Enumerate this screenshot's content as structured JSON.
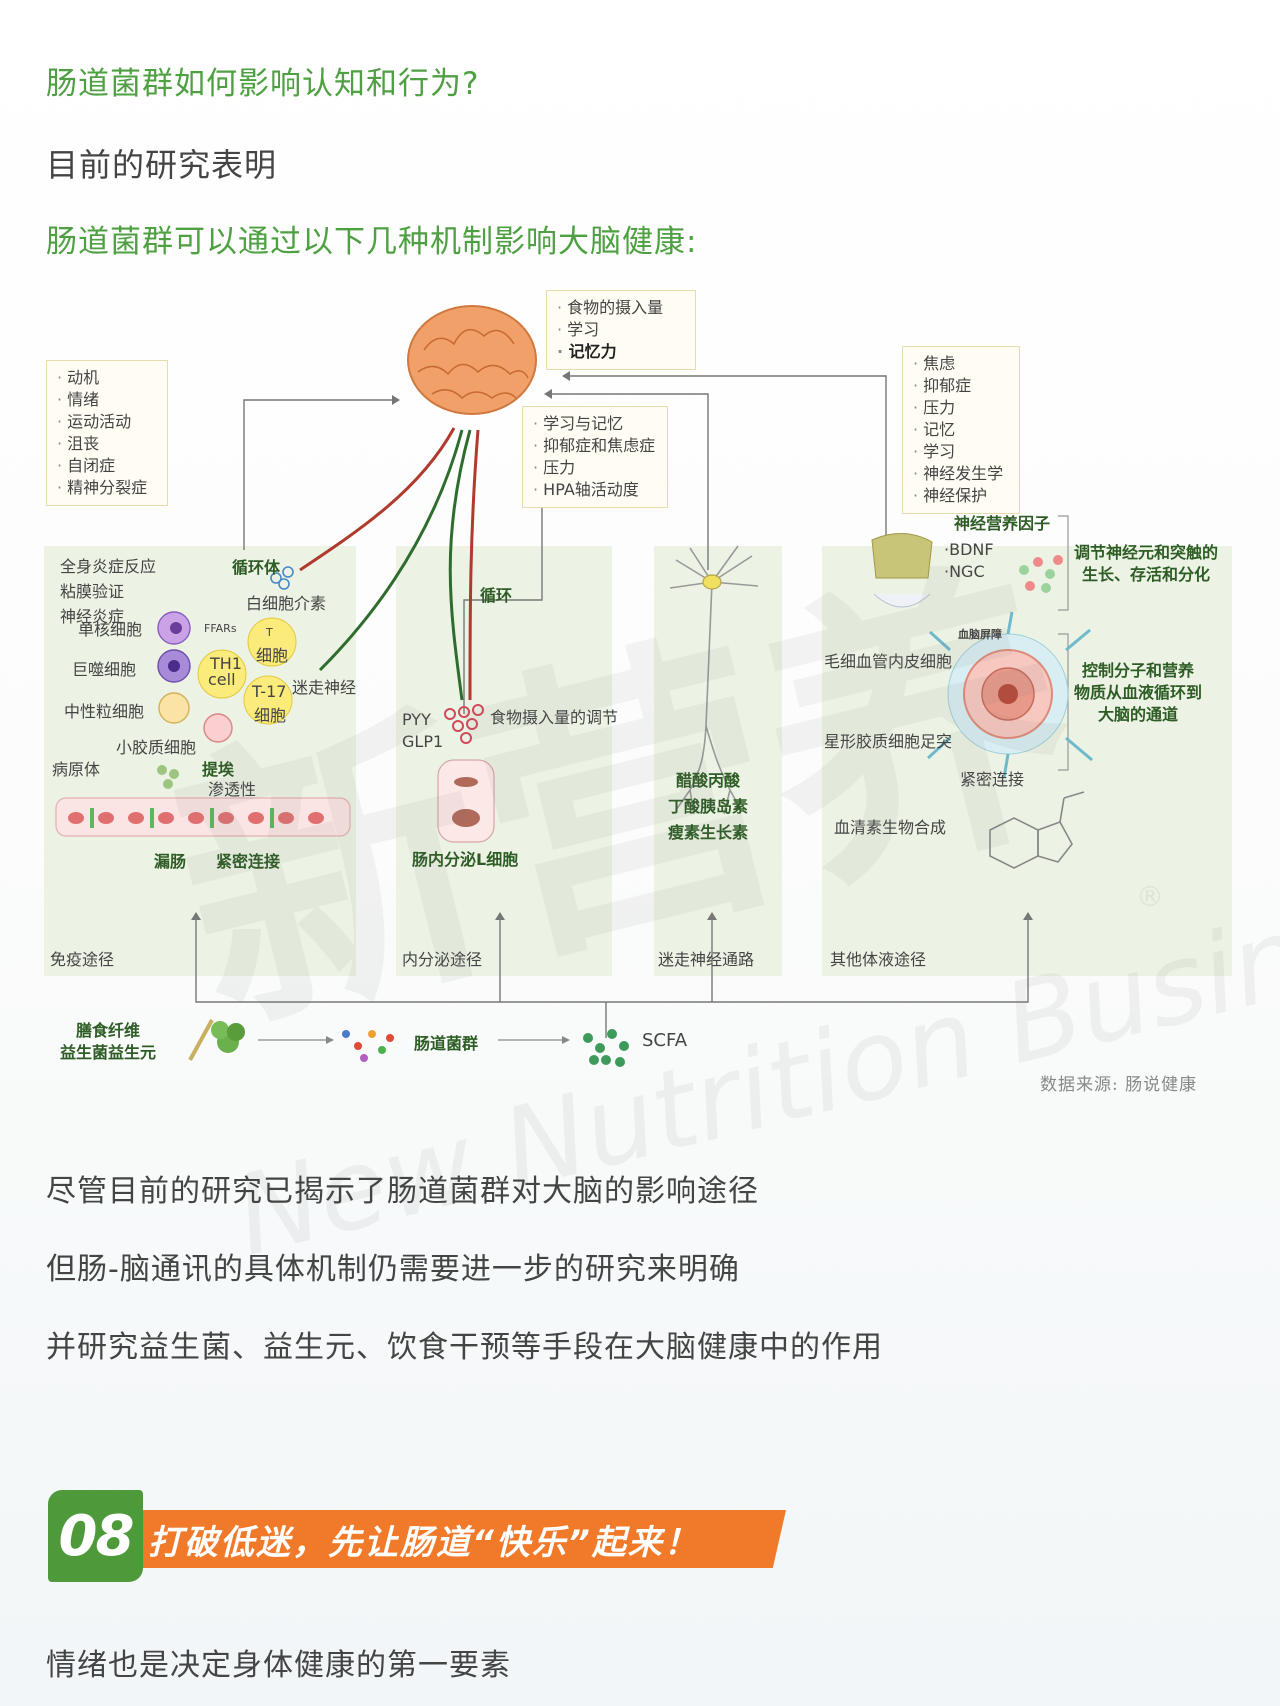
{
  "intro": {
    "q_title": "肠道菌群如何影响认知和行为?",
    "line1": "目前的研究表明",
    "line2": "肠道菌群可以通过以下几种机制影响大脑健康:"
  },
  "diagram": {
    "brain_box": [
      "食物的摄入量",
      "学习",
      "记忆力"
    ],
    "left_box": [
      "动机",
      "情绪",
      "运动活动",
      "沮丧",
      "自闭症",
      "精神分裂症"
    ],
    "mid_box": [
      "学习与记忆",
      "抑郁症和焦虑症",
      "压力",
      "HPA轴活动度"
    ],
    "right_box": [
      "焦虑",
      "抑郁症",
      "压力",
      "记忆",
      "学习",
      "神经发生学",
      "神经保护"
    ],
    "immune": {
      "effects": [
        "全身炎症反应",
        "粘膜验证",
        "神经炎症"
      ],
      "circulation": "循环体",
      "cytokine": "白细胞介素",
      "monocyte": "单核细胞",
      "ffars": "FFARs",
      "macrophage": "巨噬细胞",
      "neutrophil": "中性粒细胞",
      "microglia": "小胶质细胞",
      "t_cell": "细胞",
      "t_cell_sup": "T",
      "th1": "TH1",
      "th1_cell": "cell",
      "t17": "T-17",
      "t17_cell": "细胞",
      "vagus": "迷走神经",
      "pathogen": "病原体",
      "damage": "提埃",
      "permeability": "渗透性",
      "leaky": "漏肠",
      "tight": "紧密连接",
      "footer": "免疫途径"
    },
    "endocrine": {
      "circulation": "循环",
      "pyy": "PYY",
      "glp1": "GLP1",
      "food_reg": "食物摄入量的调节",
      "lcell": "肠内分泌L细胞",
      "footer": "内分泌途径"
    },
    "vagal": {
      "labels": [
        "醋酸丙酸",
        "丁酸胰岛素",
        "瘦素生长素"
      ],
      "footer": "迷走神经通路"
    },
    "humoral": {
      "ntf": "神经营养因子",
      "bdnf": "·BDNF",
      "ngc": "·NGC",
      "reg": [
        "调节神经元和突触的",
        "生长、存活和分化"
      ],
      "bbb": "血脑屏障",
      "endothelial": "毛细血管内皮细胞",
      "astro": "星形胶质细胞足突",
      "tight": "紧密连接",
      "channel": [
        "控制分子和营养",
        "物质从血液循环到",
        "大脑的通道"
      ],
      "serotonin": "血清素生物合成",
      "footer": "其他体液途径"
    },
    "bottom": {
      "fiber": [
        "膳食纤维",
        "益生菌益生元"
      ],
      "microbiota": "肠道菌群",
      "scfa": "SCFA"
    },
    "source": "数据来源: 肠说健康"
  },
  "watermark": {
    "cn": "新营养",
    "en": "New Nutrition Business",
    "reg": "®"
  },
  "outro": {
    "line1": "尽管目前的研究已揭示了肠道菌群对大脑的影响途径",
    "line2": "但肠-脑通讯的具体机制仍需要进一步的研究来明确",
    "line3": "并研究益生菌、益生元、饮食干预等手段在大脑健康中的作用"
  },
  "section": {
    "number": "08",
    "title": "打破低迷，先让肠道“快乐”起来！"
  },
  "closing": "情绪也是决定身体健康的第一要素",
  "colors": {
    "green": "#4ea042",
    "orange": "#f17a2a",
    "panel": "#ecf3e4"
  }
}
